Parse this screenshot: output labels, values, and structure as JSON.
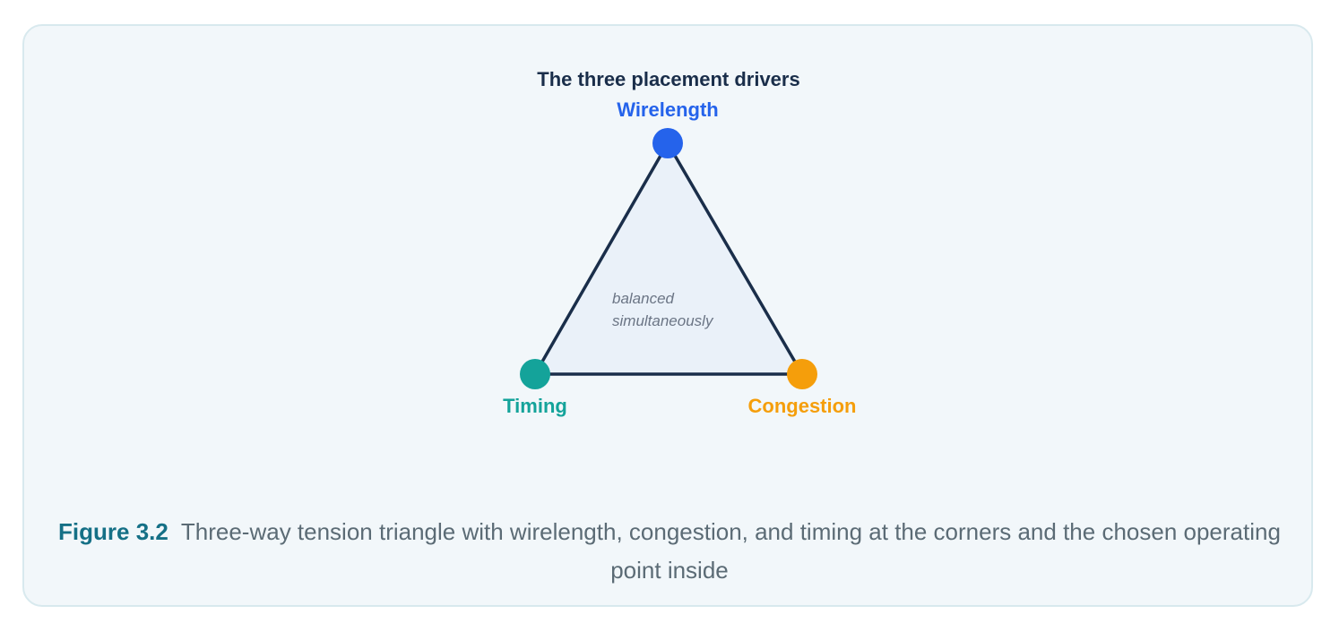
{
  "diagram": {
    "title": "The three placement drivers",
    "center_note_lines": [
      "balanced",
      "simultaneously"
    ],
    "corners": {
      "top": {
        "label": "Wirelength",
        "color": "#2563eb"
      },
      "left": {
        "label": "Timing",
        "color": "#14a39a"
      },
      "right": {
        "label": "Congestion",
        "color": "#f59e0b"
      }
    },
    "colors": {
      "edge": "#1a2e4a",
      "fill": "#eaf1f9"
    }
  },
  "caption": {
    "label": "Figure 3.2",
    "text": "Three-way tension triangle with wirelength, congestion, and timing at the corners and the chosen operating point inside"
  }
}
